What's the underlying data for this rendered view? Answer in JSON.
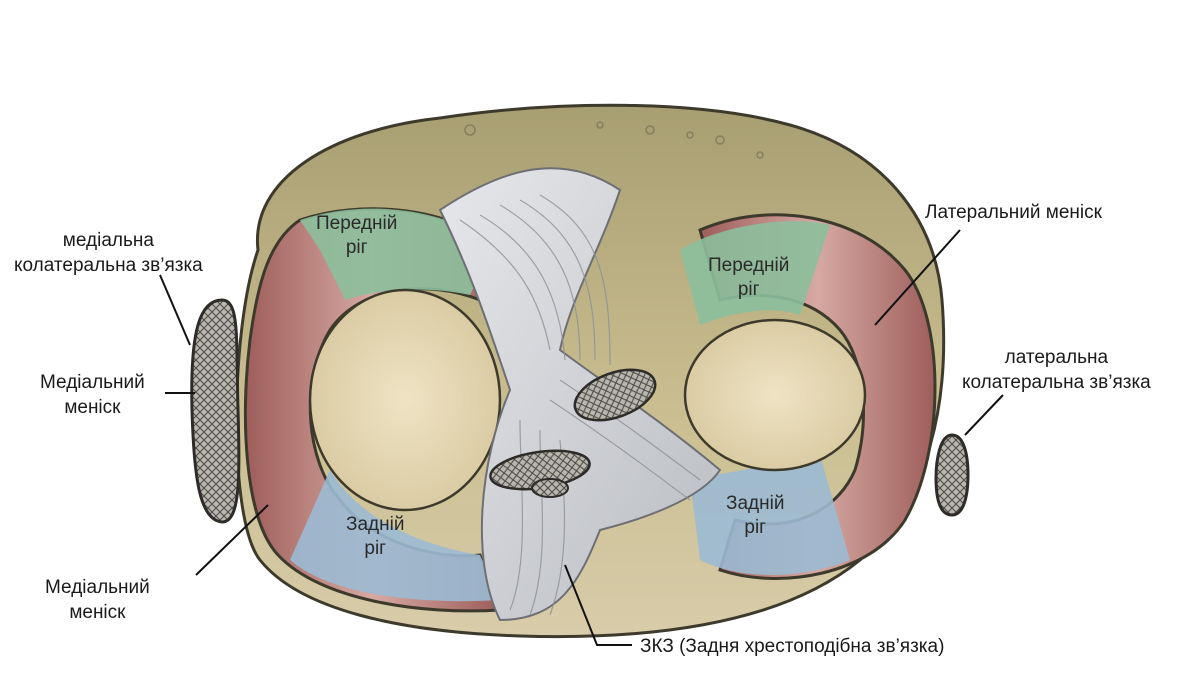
{
  "colors": {
    "tibia": "#c9b98a",
    "meniscus": "#b7807a",
    "anterior_horn": "#8cbf9c",
    "posterior_horn": "#9bbad3",
    "ligament": "#d9dadd",
    "pointer_line": "#111111"
  },
  "labels": {
    "mcl": {
      "line1": "медіальна",
      "line2": "колатеральна зв’язка"
    },
    "medial_meniscus_top": {
      "line1": "Медіальний",
      "line2": "меніск"
    },
    "medial_meniscus_bottom": {
      "line1": "Медіальний",
      "line2": "меніск"
    },
    "lateral_meniscus": "Латеральний меніск",
    "lcl": {
      "line1": "латеральна",
      "line2": "колатеральна зв’язка"
    },
    "pcl": "ЗКЗ (Задня хрестоподібна зв’язка)"
  },
  "zones": {
    "medial_anterior_horn": {
      "line1": "Передній",
      "line2": "ріг"
    },
    "lateral_anterior_horn": {
      "line1": "Передній",
      "line2": "ріг"
    },
    "medial_posterior_horn": {
      "line1": "Задній",
      "line2": "ріг"
    },
    "lateral_posterior_horn": {
      "line1": "Задній",
      "line2": "ріг"
    }
  }
}
